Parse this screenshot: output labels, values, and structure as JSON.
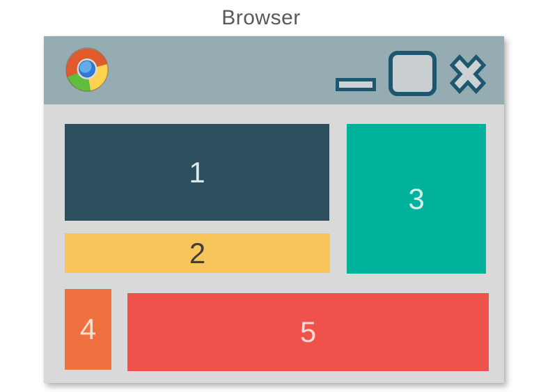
{
  "page": {
    "title": "Browser",
    "background_color": "#ffffff",
    "title_color": "#595959"
  },
  "window": {
    "body_color": "#d9d9d9",
    "shadow": "soft gray drop shadow bottom-right",
    "titlebar": {
      "color": "#95acb2",
      "logo_icon": "chrome-logo",
      "controls_outline_color": "#1d566e",
      "controls_fill_color": "#ccd2d4",
      "controls": [
        {
          "id": "minimize",
          "icon": "minimize-bar-icon"
        },
        {
          "id": "maximize",
          "icon": "maximize-square-icon"
        },
        {
          "id": "close",
          "icon": "close-x-icon"
        }
      ]
    },
    "content_boxes": [
      {
        "label": "1",
        "background": "#2d4f5d",
        "text_color": "#dce7ea"
      },
      {
        "label": "2",
        "background": "#f7c55c",
        "text_color": "#3f3f3f"
      },
      {
        "label": "3",
        "background": "#00b29b",
        "text_color": "#d8efe9"
      },
      {
        "label": "4",
        "background": "#f0703f",
        "text_color": "#f8e0d0"
      },
      {
        "label": "5",
        "background": "#ef514d",
        "text_color": "#f6d8d4"
      }
    ],
    "logo_colors": {
      "red": "#e05b2b",
      "yellow": "#fdd24f",
      "green": "#5fbe3e",
      "blue": "#2e7cd6",
      "ring": "#d3dde1"
    }
  }
}
